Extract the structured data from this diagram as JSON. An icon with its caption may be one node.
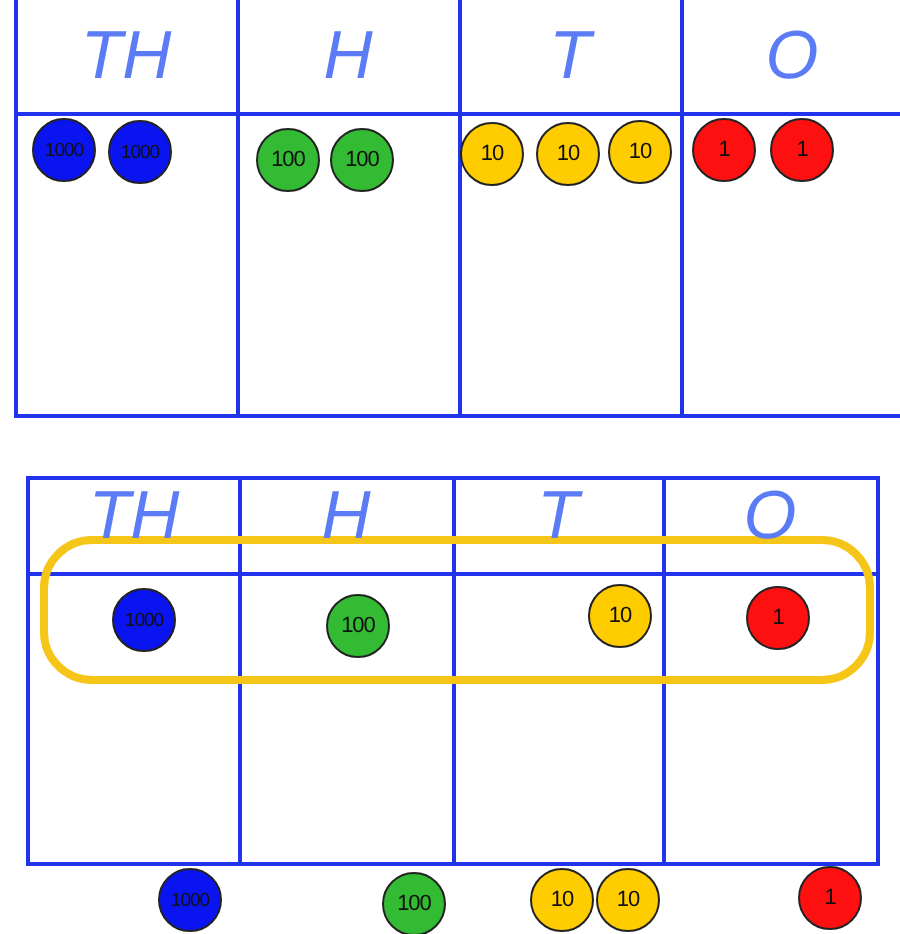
{
  "diagram": {
    "nodes": [
      {
        "text": [
          "1000"
        ]
      },
      {
        "text": [
          "1000"
        ]
      },
      {
        "text": [
          "100"
        ]
      },
      {
        "text": [
          "100"
        ]
      },
      {
        "text": [
          "10"
        ]
      },
      {
        "text": [
          "10"
        ]
      },
      {
        "text": [
          "10"
        ]
      },
      {
        "text": [
          "1"
        ]
      },
      {
        "text": [
          "1"
        ]
      },
      {
        "text": [
          "1000"
        ]
      },
      {
        "text": [
          "100"
        ]
      },
      {
        "text": [
          "10"
        ]
      },
      {
        "text": [
          "1"
        ]
      },
      {
        "text": [
          "1000"
        ]
      },
      {
        "text": [
          "100"
        ]
      },
      {
        "text": [
          "10"
        ]
      },
      {
        "text": [
          "10"
        ]
      },
      {
        "text": [
          "1"
        ]
      }
    ],
    "labels": [
      "TH",
      "H",
      "T",
      "O",
      "TH",
      "H",
      "T",
      "O"
    ]
  }
}
